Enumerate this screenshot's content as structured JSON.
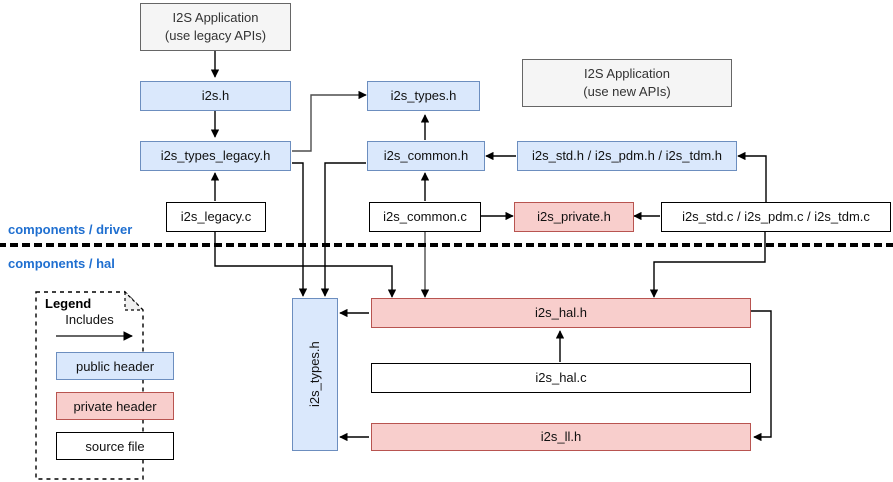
{
  "diagram": {
    "title": "ESP-IDF I2S driver header dependency diagram",
    "colors": {
      "public_fill": "#dae8fc",
      "public_border": "#6c8ebf",
      "private_fill": "#f8cecc",
      "private_border": "#b85450",
      "source_fill": "#ffffff",
      "source_border": "#000000",
      "app_fill": "#f5f5f5",
      "app_border": "#666666",
      "zone_label_color": "#1f6fd0",
      "edge_color": "#000000"
    },
    "nodes": {
      "app_legacy_line1": "I2S Application",
      "app_legacy_line2": "(use legacy APIs)",
      "app_new_line1": "I2S Application",
      "app_new_line2": "(use new APIs)",
      "i2s_h": "i2s.h",
      "i2s_types_h_top": "i2s_types.h",
      "i2s_types_legacy_h": "i2s_types_legacy.h",
      "i2s_common_h": "i2s_common.h",
      "i2s_std_h": "i2s_std.h / i2s_pdm.h / i2s_tdm.h",
      "i2s_legacy_c": "i2s_legacy.c",
      "i2s_common_c": "i2s_common.c",
      "i2s_private_h": "i2s_private.h",
      "i2s_std_c": "i2s_std.c / i2s_pdm.c / i2s_tdm.c",
      "i2s_types_h_vertical": "i2s_types.h",
      "i2s_hal_h": "i2s_hal.h",
      "i2s_hal_c": "i2s_hal.c",
      "i2s_ll_h": "i2s_ll.h"
    },
    "zones": {
      "driver": "components / driver",
      "hal": "components / hal"
    },
    "legend": {
      "title": "Legend",
      "includes": "Includes",
      "public_header": "public header",
      "private_header": "private header",
      "source_file": "source file"
    }
  }
}
